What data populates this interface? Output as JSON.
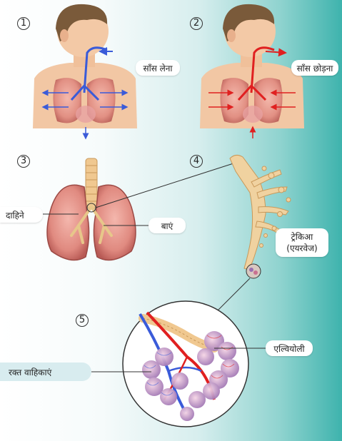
{
  "steps": {
    "s1": "1",
    "s2": "2",
    "s3": "3",
    "s4": "4",
    "s5": "5"
  },
  "labels": {
    "inhale": "साँस लेना",
    "exhale": "साँस छोड़ना",
    "right": "दाहिने",
    "left": "बाएं",
    "trachea": "ट्रेकिआ\n(एयरवेज)",
    "alveoli": "एल्वियोली",
    "vessels": "रक्त वाहिकाएं"
  },
  "colors": {
    "inhale_arrow": "#3a5bd9",
    "exhale_arrow": "#e02020",
    "lung": "#e39a94",
    "airway": "#f0c890"
  }
}
